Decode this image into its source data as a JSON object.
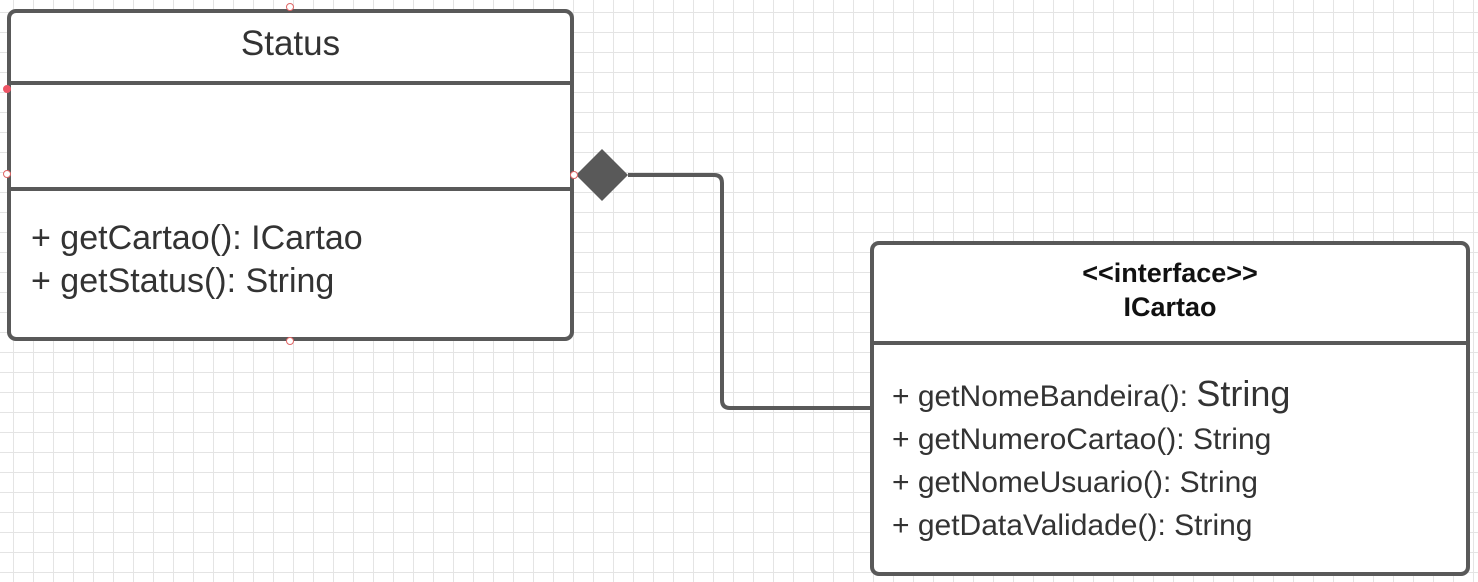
{
  "status_class": {
    "name": "Status",
    "operations": [
      "+ getCartao(): ICartao",
      "+ getStatus(): String"
    ]
  },
  "icartao_interface": {
    "stereotype": "<<interface>>",
    "name": "ICartao",
    "operations": [
      {
        "signature": "+ getNomeBandeira():",
        "return_type": "String"
      },
      {
        "signature": "+ getNumeroCartao():",
        "return_type": "String"
      },
      {
        "signature": "+ getNomeUsuario():",
        "return_type": "String"
      },
      {
        "signature": "+ getDataValidade():",
        "return_type": "String"
      }
    ]
  },
  "relationship": {
    "type": "composition",
    "whole": "Status",
    "part": "ICartao"
  },
  "colors": {
    "border": "#595959",
    "text": "#333333",
    "grid": "#e4e4e4",
    "selection_handle": "#ee5566"
  }
}
